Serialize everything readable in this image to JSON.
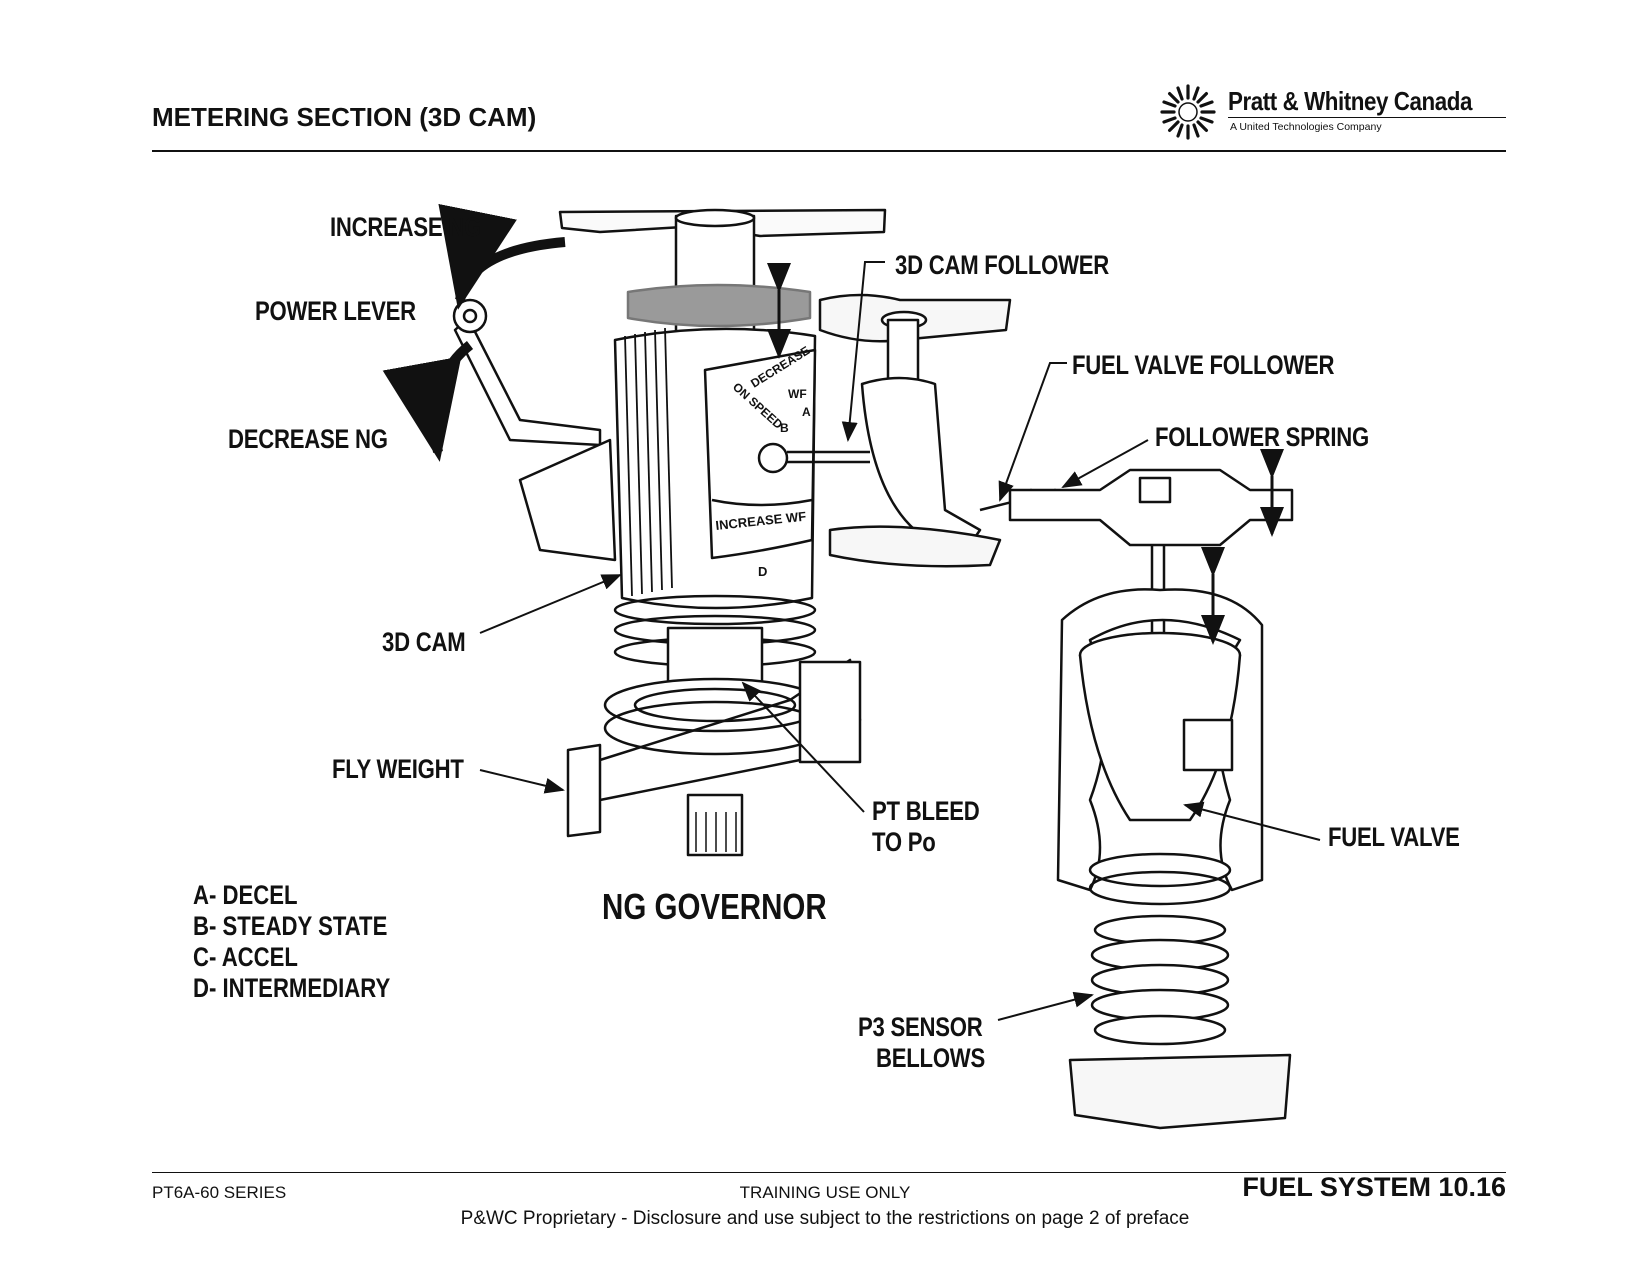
{
  "header": {
    "title": "METERING SECTION (3D CAM)",
    "logo": {
      "name": "Pratt & Whitney Canada",
      "tagline": "A United Technologies Company"
    }
  },
  "labels": {
    "increase_ng": "INCREASE NG",
    "power_lever": "POWER LEVER",
    "decrease_ng": "DECREASE NG",
    "cam_follower": "3D CAM FOLLOWER",
    "fuel_valve_follower": "FUEL VALVE FOLLOWER",
    "follower_spring": "FOLLOWER SPRING",
    "cam": "3D CAM",
    "fly_weight": "FLY WEIGHT",
    "pt_bleed_1": "PT BLEED",
    "pt_bleed_2": "TO Po",
    "fuel_valve": "FUEL VALVE",
    "ng_governor": "NG GOVERNOR",
    "p3_sensor_1": "P3 SENSOR",
    "p3_sensor_2": "BELLOWS"
  },
  "cam_markings": {
    "decrease": "DECREASE",
    "wf": "WF",
    "a": "A",
    "on_speed": "ON SPEED",
    "b": "B",
    "increase_wf": "INCREASE WF",
    "d": "D"
  },
  "legend": [
    "A- DECEL",
    "B- STEADY STATE",
    "C- ACCEL",
    "D- INTERMEDIARY"
  ],
  "footer": {
    "series": "PT6A-60 SERIES",
    "training": "TRAINING USE ONLY",
    "section": "FUEL SYSTEM 10.16",
    "proprietary": "P&WC Proprietary - Disclosure and use subject to the restrictions on page 2 of preface"
  }
}
